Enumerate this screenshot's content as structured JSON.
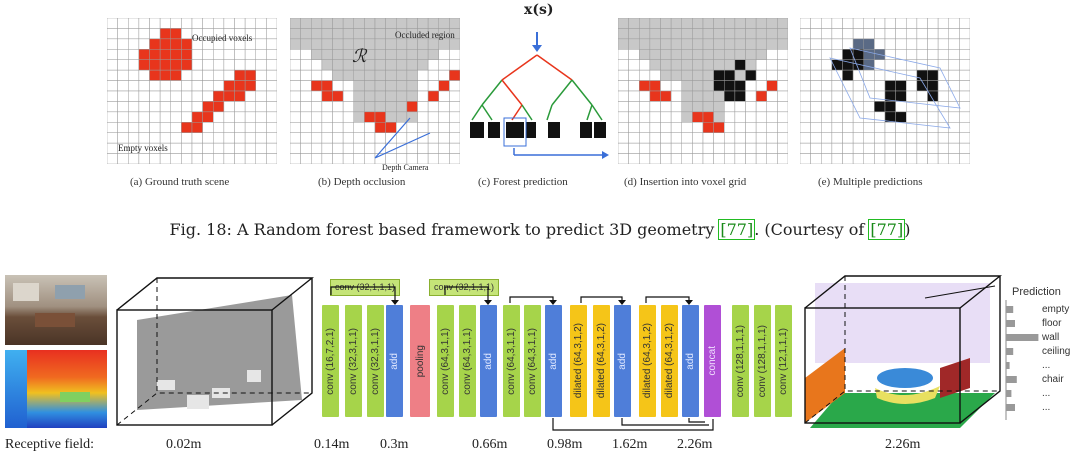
{
  "top_figure": {
    "panels": [
      {
        "caption": "(a) Ground truth scene",
        "annotations": [
          "Occupied voxels",
          "Empty voxels"
        ]
      },
      {
        "caption": "(b) Depth occlusion",
        "annotations": [
          "Occluded region",
          "ℛ",
          "Depth Camera"
        ]
      },
      {
        "caption": "(c) Forest prediction",
        "annotations": [
          "x(s)"
        ]
      },
      {
        "caption": "(d) Insertion into voxel grid",
        "annotations": []
      },
      {
        "caption": "(e) Multiple predictions",
        "annotations": []
      }
    ],
    "caption_prefix": "Fig. 18: A Random forest based framework to predict 3D geometry ",
    "cite1": "[77]",
    "caption_mid": ". (Courtesy of ",
    "cite2": "[77]",
    "caption_suffix": ")"
  },
  "bottom_figure": {
    "skip_labels": [
      "conv (32,1,1,1)",
      "conv (32,1,1,1)"
    ],
    "layers": [
      {
        "label": "conv (16,7,2,1)",
        "type": "green"
      },
      {
        "label": "conv (32,3,1,1)",
        "type": "green"
      },
      {
        "label": "conv (32,3,1,1)",
        "type": "green"
      },
      {
        "label": "add",
        "type": "blue"
      },
      {
        "label": "pooling",
        "type": "pink"
      },
      {
        "label": "conv (64,3,1,1)",
        "type": "green"
      },
      {
        "label": "conv (64,3,1,1)",
        "type": "green"
      },
      {
        "label": "add",
        "type": "blue"
      },
      {
        "label": "conv (64,3,1,1)",
        "type": "green"
      },
      {
        "label": "conv (64,3,1,1)",
        "type": "green"
      },
      {
        "label": "add",
        "type": "blue"
      },
      {
        "label": "dilated (64,3,1,2)",
        "type": "yellow"
      },
      {
        "label": "dilated (64,3,1,2)",
        "type": "yellow"
      },
      {
        "label": "add",
        "type": "blue"
      },
      {
        "label": "dilated (64,3,1,2)",
        "type": "yellow"
      },
      {
        "label": "dilated (64,3,1,2)",
        "type": "yellow"
      },
      {
        "label": "add",
        "type": "blue"
      },
      {
        "label": "concat",
        "type": "purple"
      },
      {
        "label": "conv (128,1,1,1)",
        "type": "green"
      },
      {
        "label": "conv (128,1,1,1)",
        "type": "green"
      },
      {
        "label": "conv (12,1,1,1)",
        "type": "green"
      }
    ],
    "receptive_field": {
      "title": "Receptive field:",
      "values": [
        "0.02m",
        "0.14m",
        "0.3m",
        "0.66m",
        "0.98m",
        "1.62m",
        "2.26m",
        "2.26m"
      ]
    },
    "prediction": {
      "title": "Prediction",
      "classes": [
        "empty",
        "floor",
        "wall",
        "ceiling",
        "...",
        "chair",
        "...",
        "..."
      ],
      "bar_values": [
        0.2,
        0.25,
        0.9,
        0.2,
        0.1,
        0.3,
        0.15,
        0.25
      ]
    }
  }
}
